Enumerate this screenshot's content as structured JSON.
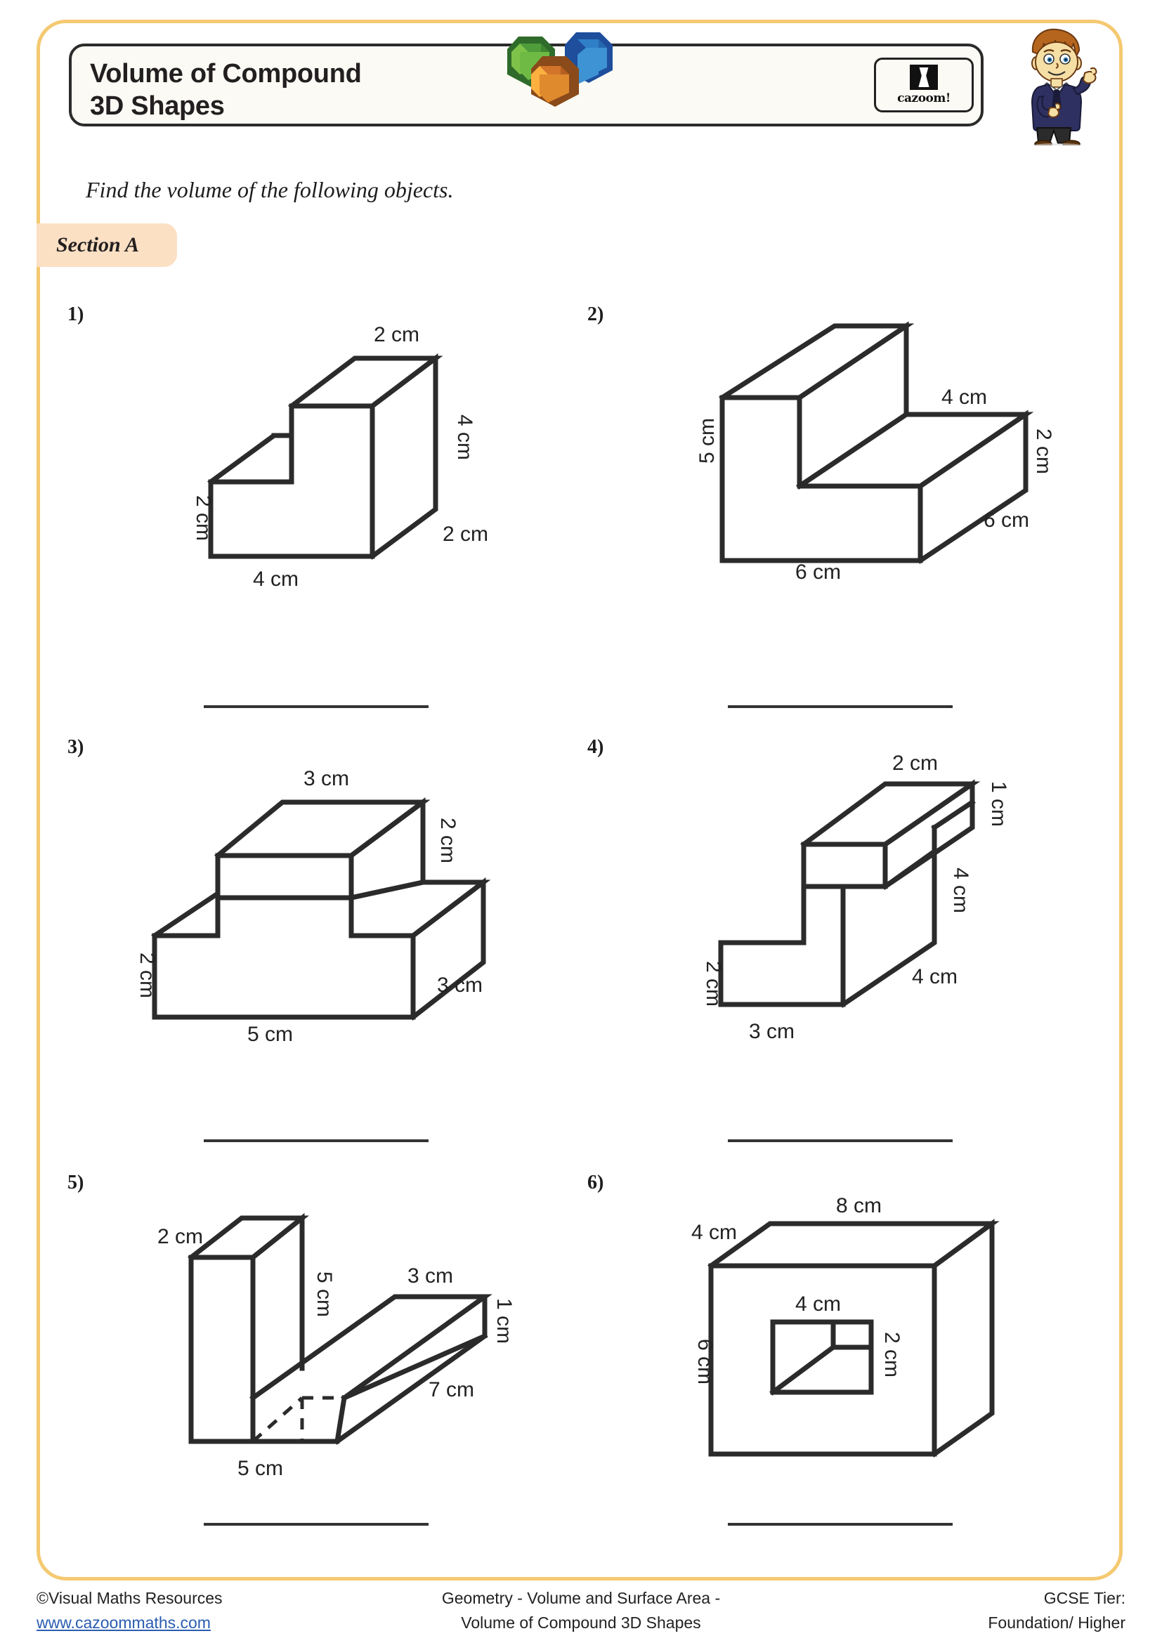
{
  "header": {
    "title_line1": "Volume of Compound",
    "title_line2": "3D Shapes",
    "logo_word": "cazoom!",
    "logo_icon": "hourglass-mark",
    "cubes_icon": "three-cubes-icon",
    "mascot_icon": "boy-pointing-illustration"
  },
  "instruction": "Find the volume of the following objects.",
  "section": {
    "label": "Section A"
  },
  "questions": [
    {
      "number": "1)",
      "shape": "step-prism-two-level",
      "labels": {
        "top": "2 cm",
        "right_height": "4 cm",
        "depth": "2 cm",
        "left_height": "2 cm",
        "base": "4 cm"
      }
    },
    {
      "number": "2)",
      "shape": "l-shaped-solid",
      "labels": {
        "left_height": "5 cm",
        "step_top": "4 cm",
        "right_height": "2 cm",
        "right_depth": "6 cm",
        "base": "6 cm"
      }
    },
    {
      "number": "3)",
      "shape": "t-shaped-pedestal",
      "labels": {
        "top": "3 cm",
        "upper_height": "2 cm",
        "lower_height": "2 cm",
        "depth": "3 cm",
        "base": "5 cm"
      }
    },
    {
      "number": "4)",
      "shape": "staircase-solid",
      "labels": {
        "top": "2 cm",
        "top_thickness": "1 cm",
        "right_height": "4 cm",
        "depth": "4 cm",
        "left_height": "2 cm",
        "base": "3 cm"
      }
    },
    {
      "number": "5)",
      "shape": "l-bracket-solid",
      "labels": {
        "top_depth": "2 cm",
        "upright_height": "5 cm",
        "arm_top": "3 cm",
        "arm_thickness": "1 cm",
        "arm_length": "7 cm",
        "base": "5 cm"
      }
    },
    {
      "number": "6)",
      "shape": "cuboid-with-rectangular-hole",
      "labels": {
        "top": "8 cm",
        "depth": "4 cm",
        "left_height": "6 cm",
        "hole_width": "4 cm",
        "hole_height": "2 cm"
      }
    }
  ],
  "footer": {
    "copyright": "©Visual Maths Resources",
    "website": "www.cazoommaths.com",
    "center_line1": "Geometry - Volume and Surface Area -",
    "center_line2": "Volume of Compound 3D Shapes",
    "right_line1": "GCSE Tier:",
    "right_line2": "Foundation/ Higher"
  },
  "colors": {
    "border": "#F5C971",
    "section_pill": "#FBE0C4",
    "ink": "#2B2B2B",
    "link": "#2A5DB0",
    "cube_green": "#5BA94C",
    "cube_green_dark": "#2F6B2A",
    "cube_blue": "#2F7FC7",
    "cube_blue_dark": "#1E4E9C",
    "cube_orange": "#E08A2E",
    "cube_orange_dark": "#8A4A1A"
  }
}
